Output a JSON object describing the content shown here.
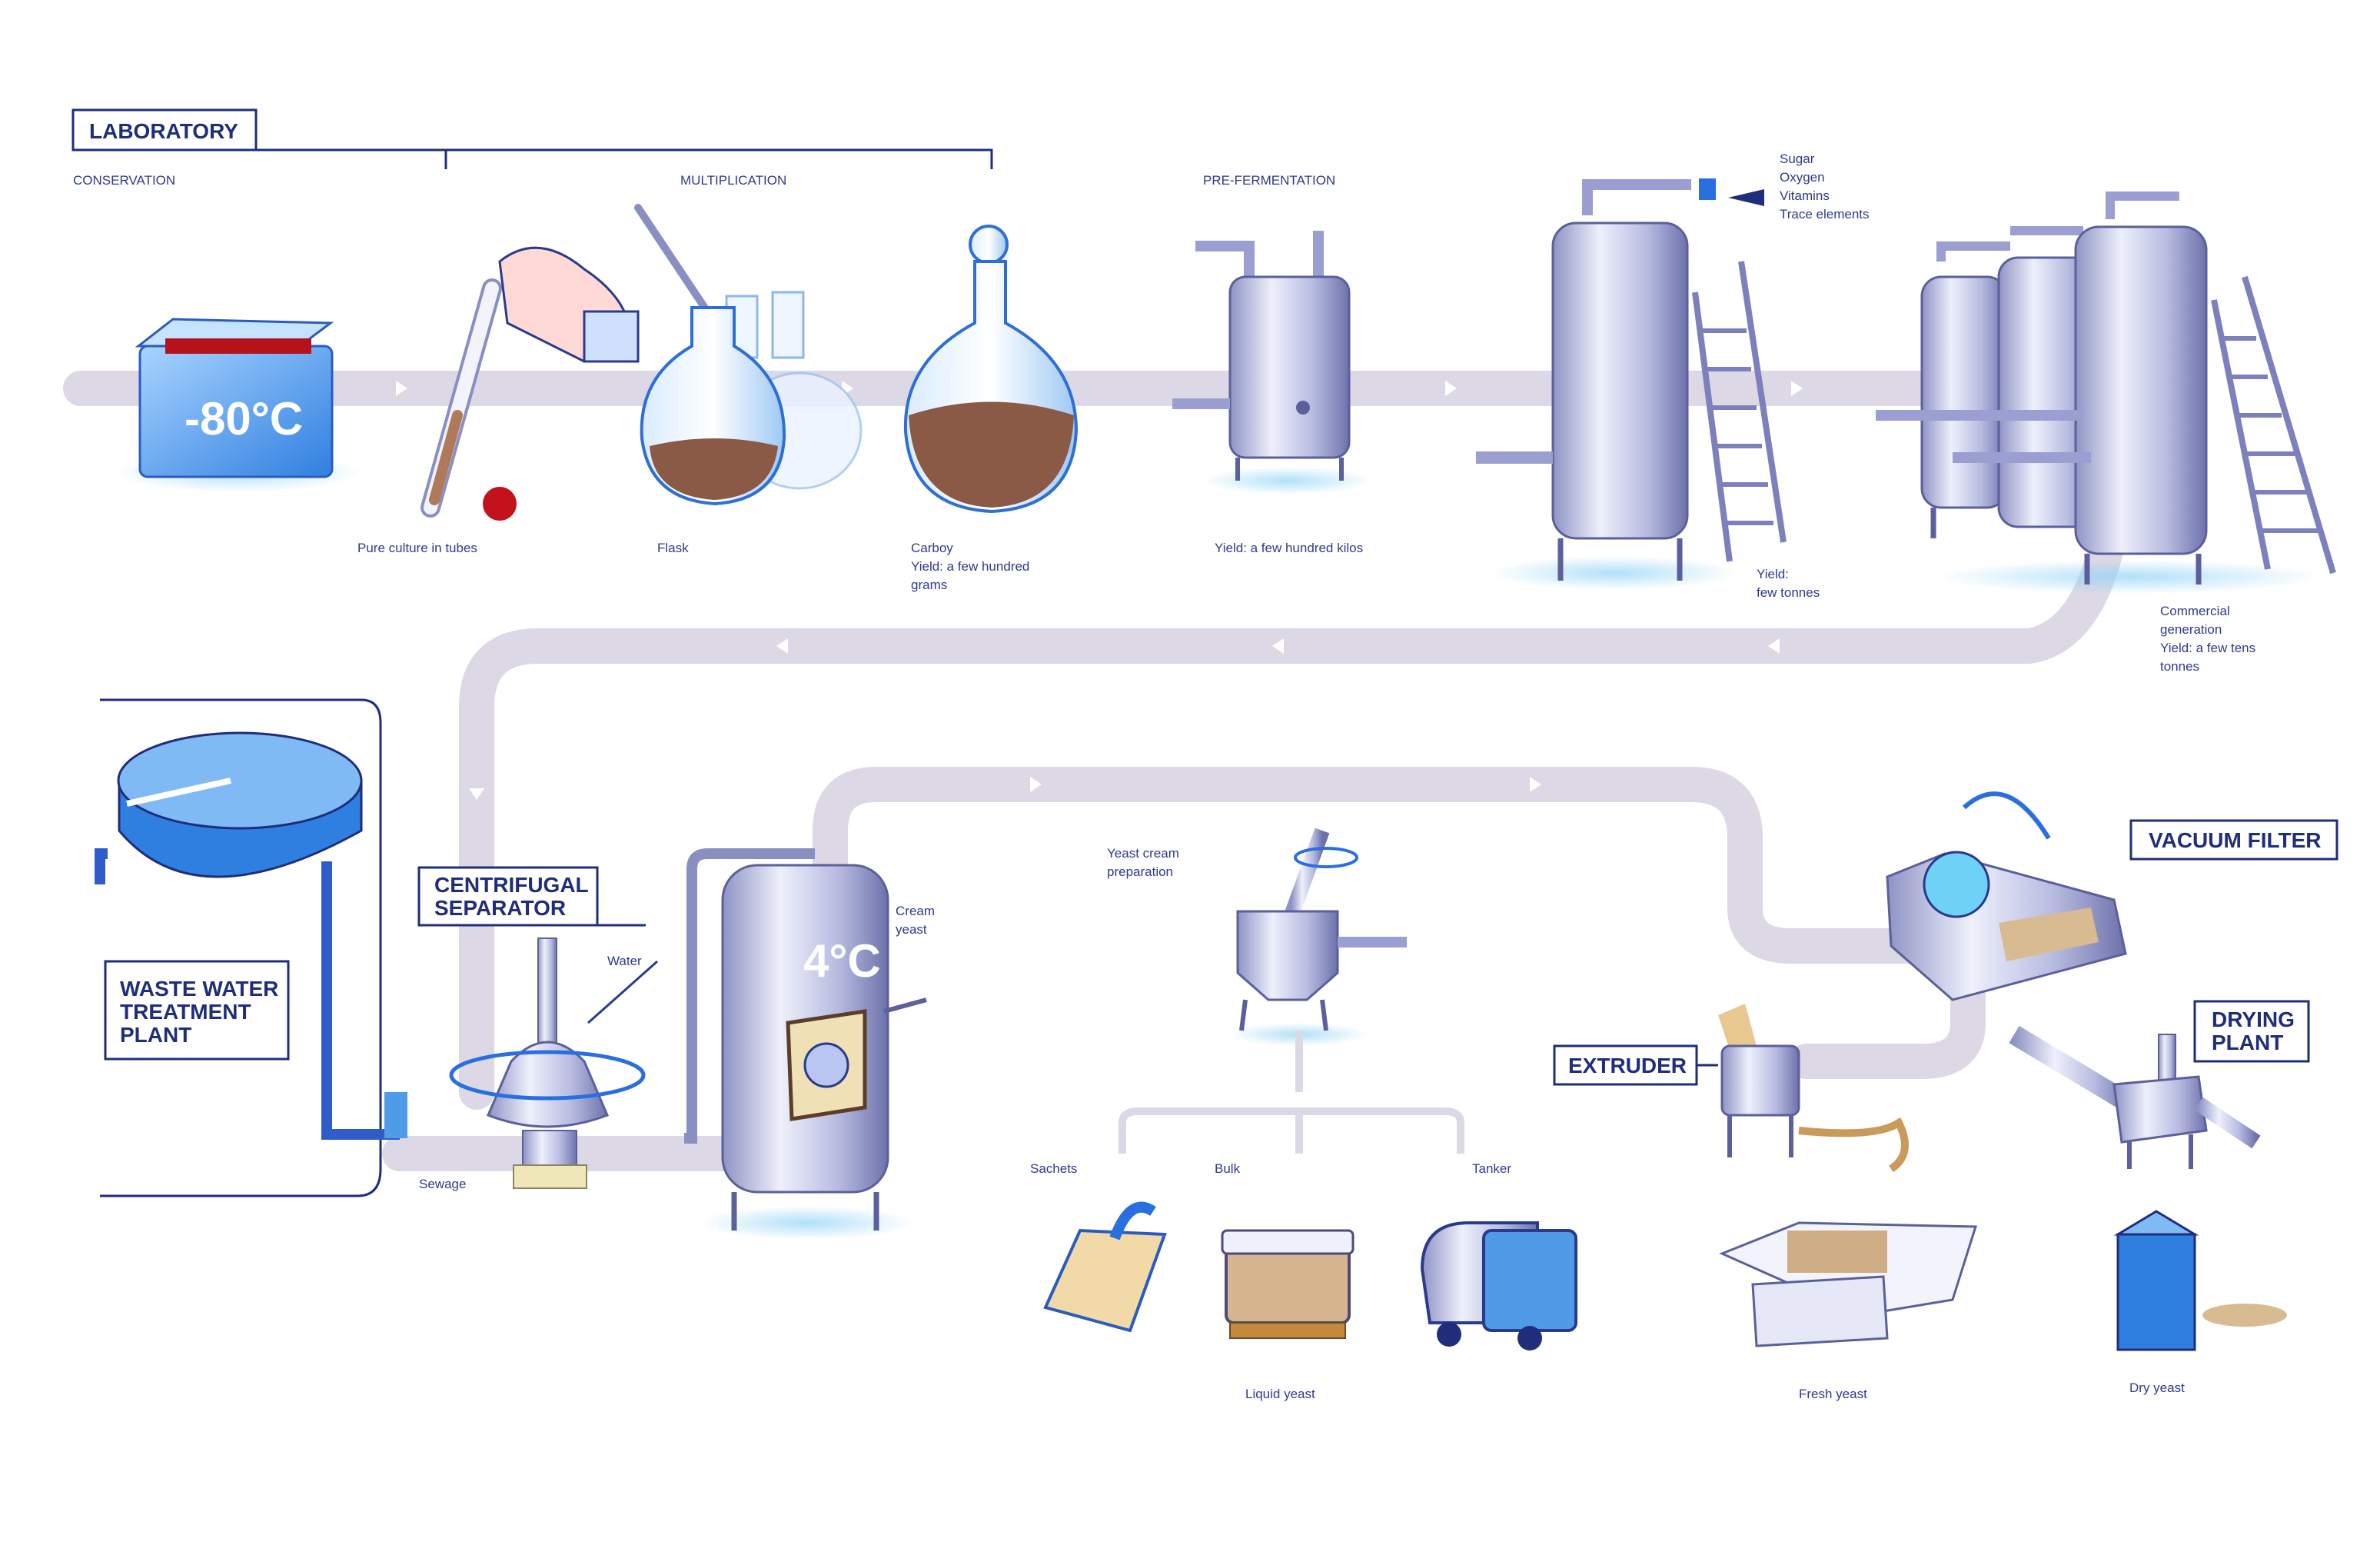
{
  "sections": {
    "laboratory": "LABORATORY",
    "conservation": "CONSERVATION",
    "multiplication": "MULTIPLICATION",
    "pre_fermentation": "PRE-FERMENTATION"
  },
  "units": {
    "centrifugal_separator": [
      "CENTRIFUGAL",
      "SEPARATOR"
    ],
    "waste_water": [
      "WASTE WATER",
      "TREATMENT",
      "PLANT"
    ],
    "vacuum_filter": "VACUUM FILTER",
    "extruder": "EXTRUDER",
    "drying_plant": [
      "DRYING",
      "PLANT"
    ]
  },
  "temperatures": {
    "freezer": "-80°C",
    "cream_tank": "4°C"
  },
  "captions": {
    "pure_culture": "Pure culture in tubes",
    "flask": "Flask",
    "carboy": [
      "Carboy",
      "Yield: a few hundred",
      "grams"
    ],
    "pre_fermenter": "Yield: a few hundred kilos",
    "fermenter": [
      "Yield:",
      "few tonnes"
    ],
    "commercial": [
      "Commercial",
      "generation",
      "Yield: a few tens",
      "tonnes"
    ],
    "additives": [
      "Sugar",
      "Oxygen",
      "Vitamins",
      "Trace elements"
    ],
    "sewage": "Sewage",
    "cream_yeast": [
      "Cream",
      "yeast"
    ],
    "yeast_cream_prep": [
      "Yeast cream",
      "preparation"
    ],
    "water": "Water",
    "packaging": [
      "Sachets",
      "Bulk",
      "Tanker"
    ],
    "products": {
      "cream": "Liquid yeast",
      "press": "Fresh yeast",
      "dry": "Dry yeast"
    }
  }
}
